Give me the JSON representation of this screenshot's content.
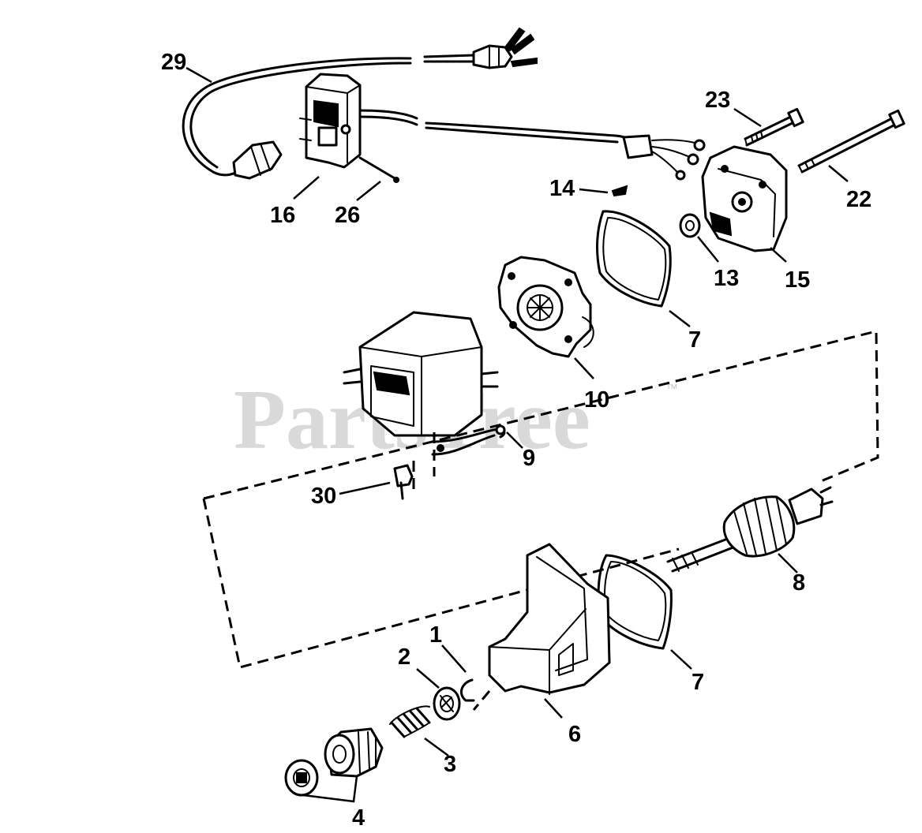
{
  "watermark": {
    "text": "PartsTree",
    "trademark": "™"
  },
  "colors": {
    "ink": "#000000",
    "watermark": "#d9d9d9",
    "background": "#ffffff"
  },
  "callouts": {
    "c29": "29",
    "c16": "16",
    "c26": "26",
    "c23": "23",
    "c22": "22",
    "c14": "14",
    "c13": "13",
    "c15": "15",
    "c7a": "7",
    "c10": "10",
    "c9": "9",
    "c30": "30",
    "c8": "8",
    "c7b": "7",
    "c1": "1",
    "c2": "2",
    "c6": "6",
    "c3": "3",
    "c4": "4"
  }
}
